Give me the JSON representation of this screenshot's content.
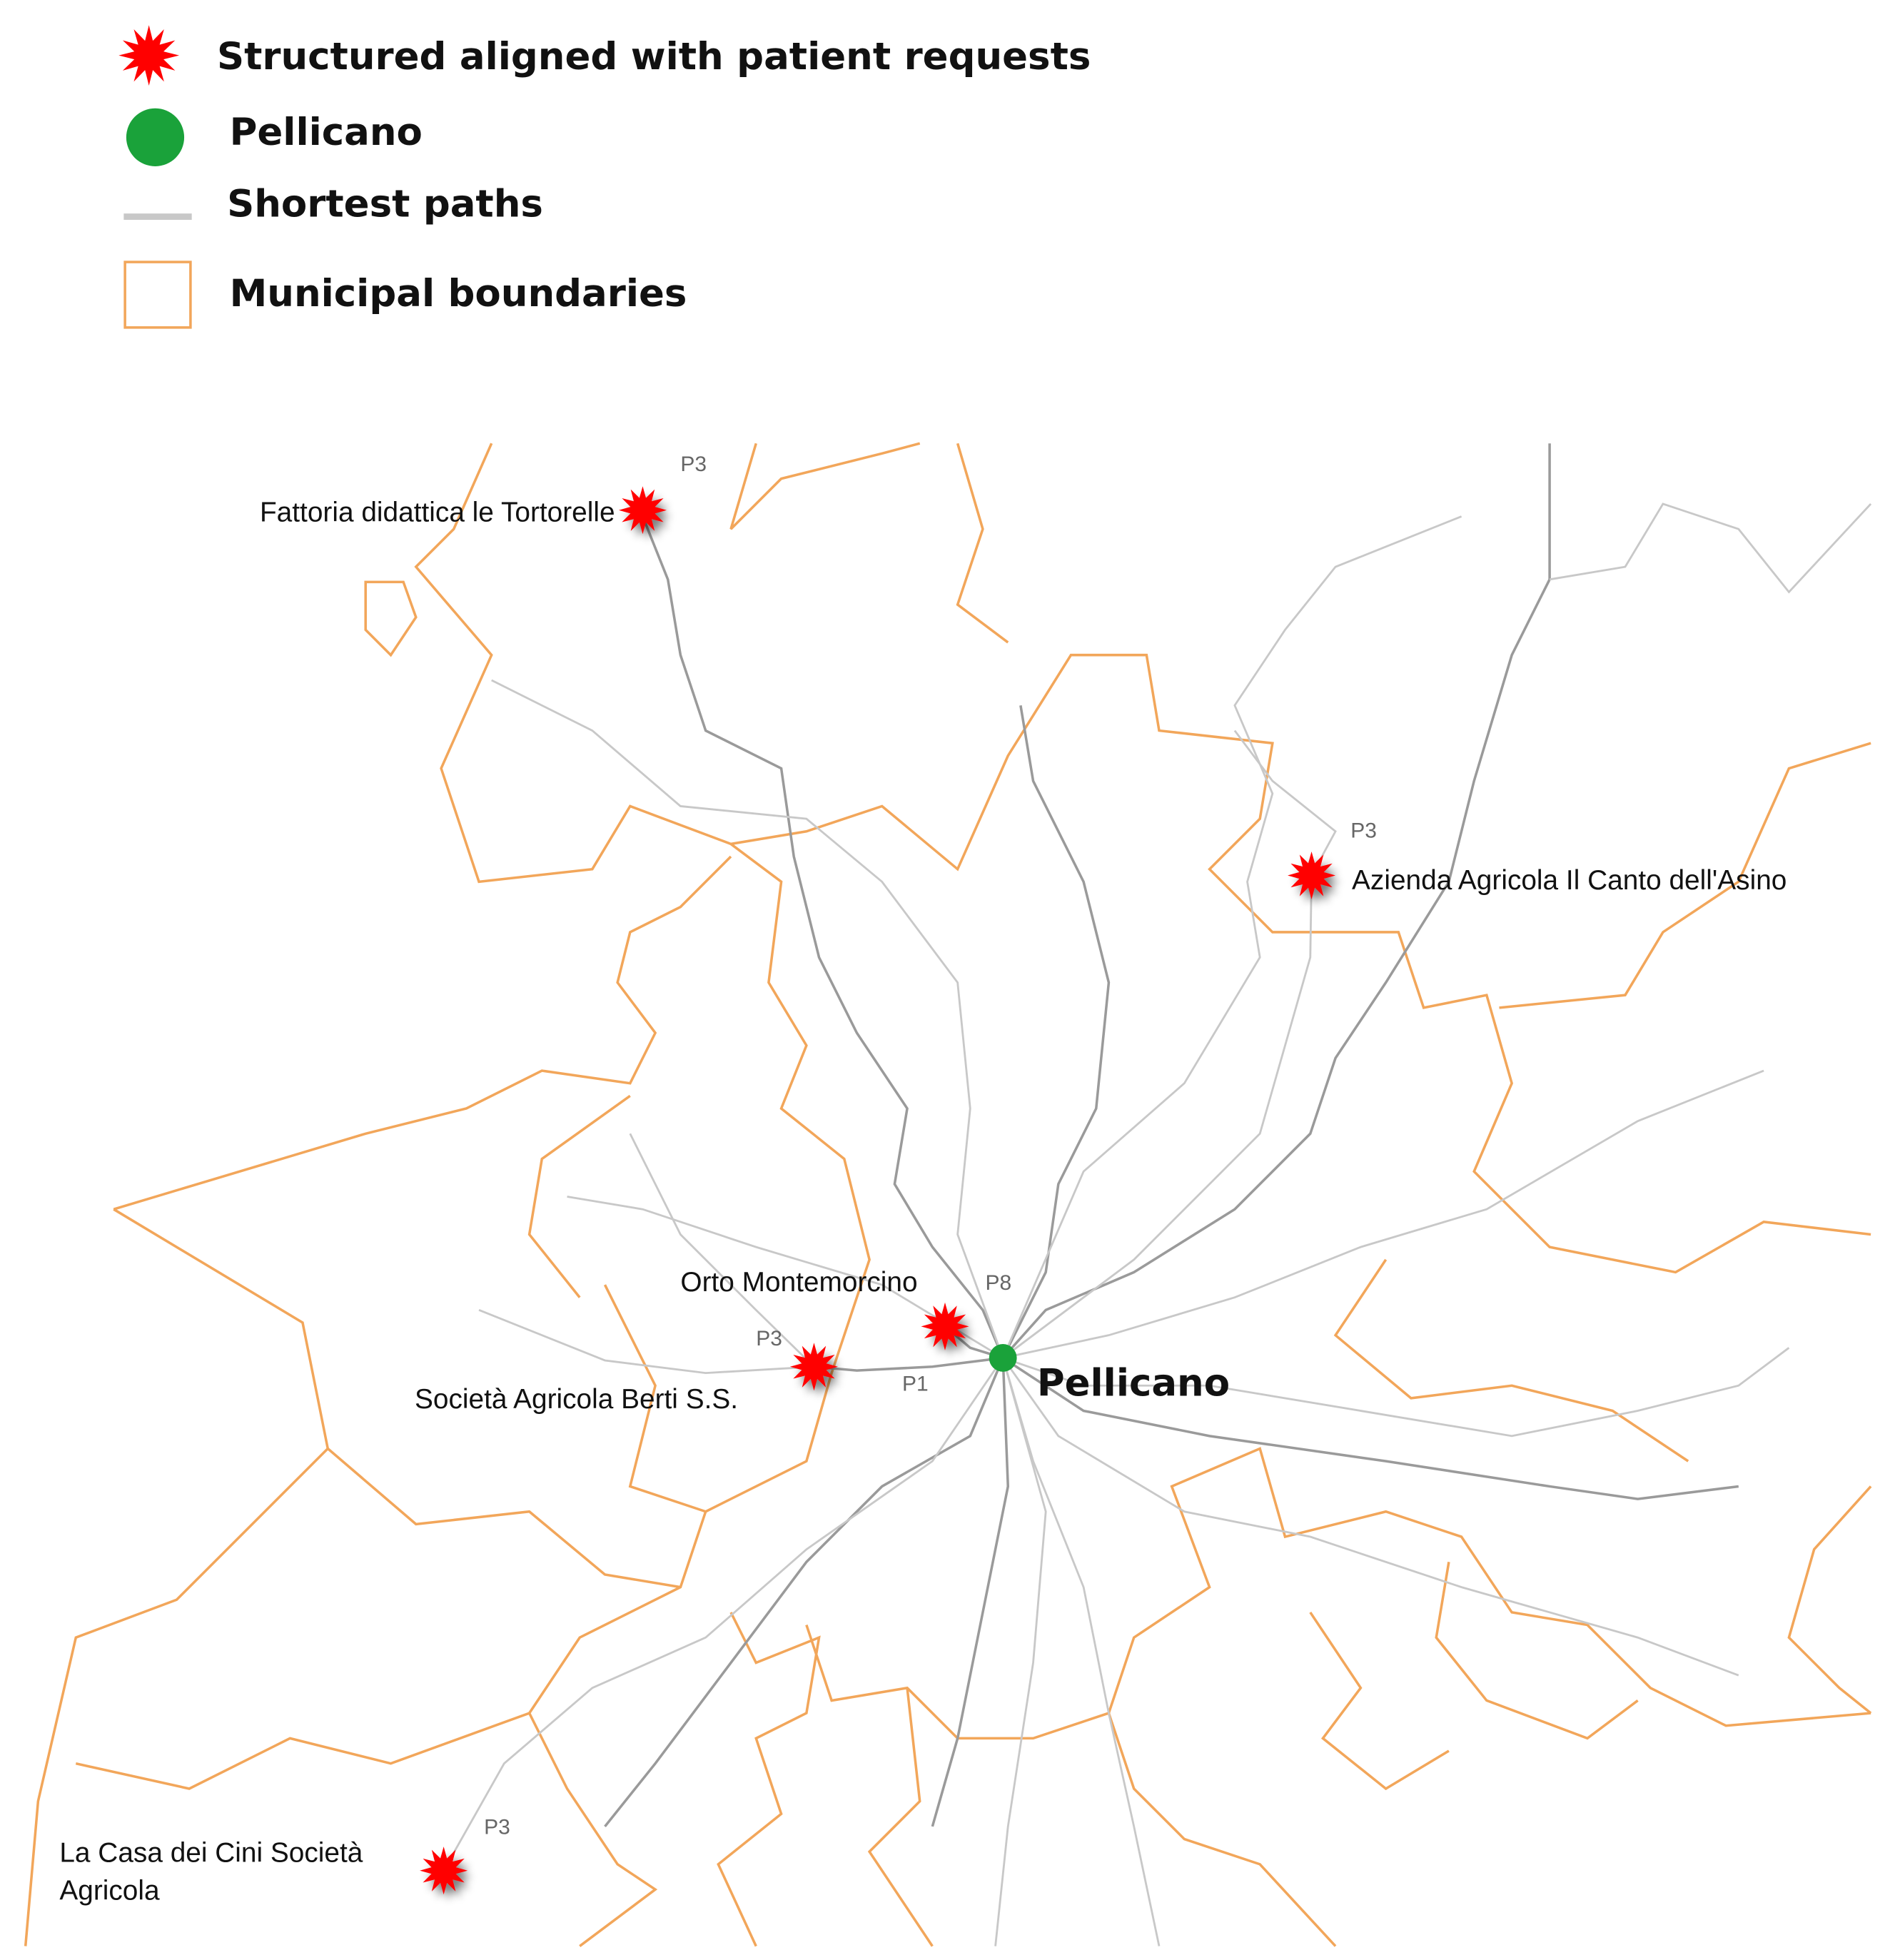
{
  "legend": {
    "items": [
      {
        "label": "Structured aligned with patient requests",
        "icon": "red-star-icon",
        "color": "#ff0000"
      },
      {
        "label": "Pellicano",
        "icon": "green-circle-icon",
        "color": "#1aa23a"
      },
      {
        "label": "Shortest paths",
        "icon": "gray-line-icon",
        "color": "#c8c8c8"
      },
      {
        "label": "Municipal boundaries",
        "icon": "orange-square-icon",
        "color": "#f2a65a"
      }
    ]
  },
  "map": {
    "center": {
      "label": "Pellicano",
      "color": "#1aa23a"
    },
    "structures": [
      {
        "name": "Fattoria didattica le Tortorelle",
        "priority": "P3"
      },
      {
        "name": "Azienda Agricola Il Canto dell'Asino",
        "priority": "P3"
      },
      {
        "name": "Orto Montemorcino",
        "priority": "P8"
      },
      {
        "name": "Società Agricola Berti S.S.",
        "priority": "P3",
        "extra_priority": "P1"
      },
      {
        "name_lines": [
          "La Casa dei Cini Società",
          "Agricola"
        ],
        "priority": "P3"
      }
    ],
    "colors": {
      "structure": "#ff0000",
      "paths": "#9a9a9a",
      "boundaries": "#f2a65a"
    }
  }
}
